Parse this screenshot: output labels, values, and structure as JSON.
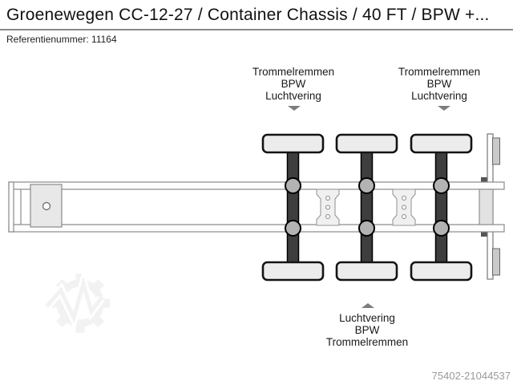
{
  "header": {
    "title": "Groenewegen CC-12-27 / Container Chassis / 40 FT / BPW +...",
    "reference_label": "Referentienummer: 11164"
  },
  "diagram": {
    "label_axle_front": {
      "line1": "Trommelremmen",
      "line2": "BPW",
      "line3": "Luchtvering"
    },
    "label_axle_rear": {
      "line1": "Trommelremmen",
      "line2": "BPW",
      "line3": "Luchtvering"
    },
    "label_axle_middle_bottom": {
      "line1": "Luchtvering",
      "line2": "BPW",
      "line3": "Trommelremmen"
    }
  },
  "footer": {
    "image_id": "75402-21044537"
  },
  "colors": {
    "axle_dark": "#3e3e3e",
    "frame_stroke": "#8a8a8a",
    "wheel_fill": "#ececec",
    "hub_fill": "#b3b3b3",
    "label_text": "#1a1a1a",
    "id_text": "#9a9a9a",
    "watermark": "#f2f2f2"
  }
}
